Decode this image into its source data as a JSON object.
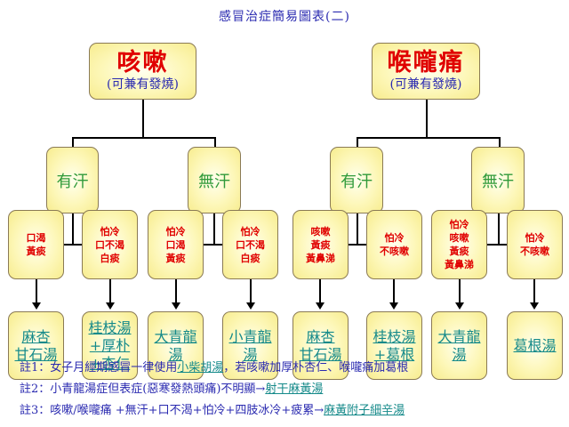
{
  "title": "感冒治症簡易圖表(二)",
  "colors": {
    "symptom_text": "#e00000",
    "branch_text": "#2f9a3a",
    "prescription_link": "#158a8a",
    "note_text": "#2a2ab0",
    "box_fill": "#fdf7b8"
  },
  "trees": [
    {
      "name": "咳嗽",
      "subtitle": "(可兼有發燒)",
      "branches": [
        {
          "label": "有汗",
          "leaves": [
            {
              "symptoms": [
                "口渴",
                "黃痰"
              ],
              "prescription": [
                "麻杏",
                "甘石湯"
              ]
            },
            {
              "symptoms": [
                "怕冷",
                "口不渴",
                "白痰"
              ],
              "prescription": [
                "桂枝湯",
                "+厚朴",
                "+杏仁"
              ]
            }
          ]
        },
        {
          "label": "無汗",
          "leaves": [
            {
              "symptoms": [
                "怕冷",
                "口渴",
                "黃痰"
              ],
              "prescription": [
                "大青龍",
                "湯"
              ]
            },
            {
              "symptoms": [
                "怕冷",
                "口不渴",
                "白痰"
              ],
              "prescription": [
                "小青龍",
                "湯"
              ]
            }
          ]
        }
      ]
    },
    {
      "name": "喉嚨痛",
      "subtitle": "(可兼有發燒)",
      "branches": [
        {
          "label": "有汗",
          "leaves": [
            {
              "symptoms": [
                "咳嗽",
                "黃痰",
                "黃鼻涕"
              ],
              "prescription": [
                "麻杏",
                "甘石湯"
              ]
            },
            {
              "symptoms": [
                "怕冷",
                "不咳嗽"
              ],
              "prescription": [
                "桂枝湯",
                "+葛根"
              ]
            }
          ]
        },
        {
          "label": "無汗",
          "leaves": [
            {
              "symptoms": [
                "怕冷",
                "咳嗽",
                "黃痰",
                "黃鼻涕"
              ],
              "prescription": [
                "大青龍",
                "湯"
              ]
            },
            {
              "symptoms": [
                "怕冷",
                "不咳嗽"
              ],
              "prescription": [
                "葛根湯"
              ]
            }
          ]
        }
      ]
    }
  ],
  "notes": [
    {
      "prefix": "註1：女子月經期感冒一律使用",
      "link": "小柴胡湯",
      "suffix": "，若咳嗽加厚朴杏仁、喉嚨痛加葛根"
    },
    {
      "prefix": "註2：小青龍湯症但表症(惡寒發熱頭痛)不明顯→",
      "link": "射干麻黃湯",
      "suffix": ""
    },
    {
      "prefix": "註3：咳嗽/喉嚨痛 +無汗+口不渴+怕冷+四肢冰冷+疲累→",
      "link": "麻黃附子細辛湯",
      "suffix": ""
    }
  ]
}
